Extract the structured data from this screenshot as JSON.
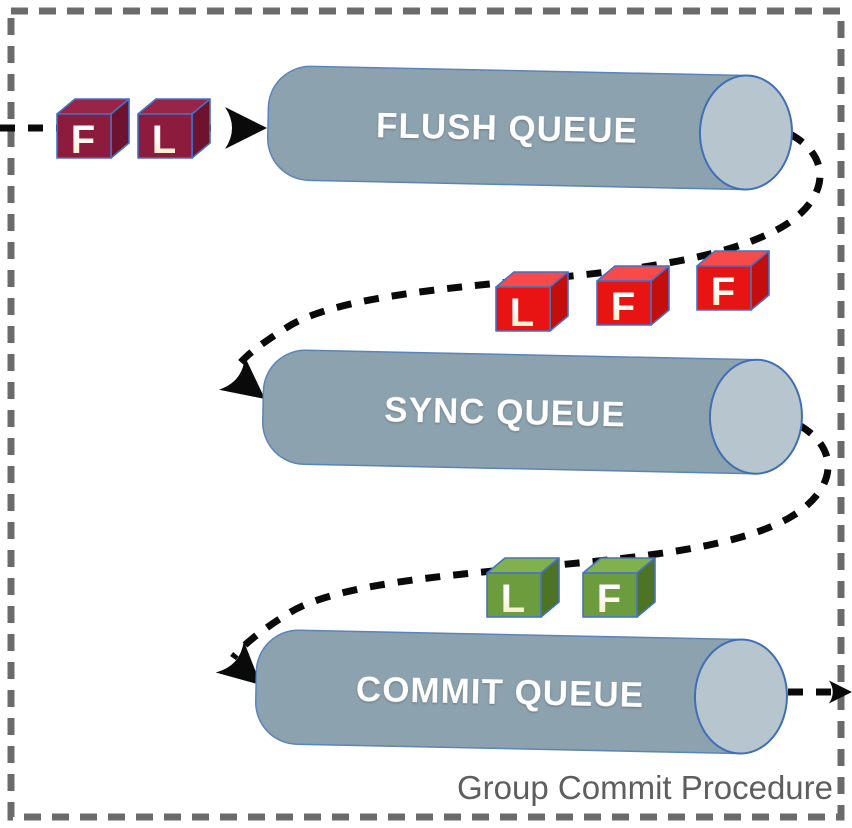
{
  "diagram": {
    "caption": "Group Commit Procedure",
    "queues": {
      "flush": {
        "label": "FLUSH QUEUE"
      },
      "sync": {
        "label": "SYNC QUEUE"
      },
      "commit": {
        "label": "COMMIT QUEUE"
      }
    },
    "cubes": {
      "incoming": [
        {
          "label": "F"
        },
        {
          "label": "L"
        }
      ],
      "after_flush": [
        {
          "label": "L"
        },
        {
          "label": "F"
        },
        {
          "label": "F"
        }
      ],
      "after_sync": [
        {
          "label": "L"
        },
        {
          "label": "F"
        }
      ]
    },
    "colors": {
      "maroon_front": "#8C1B3D",
      "maroon_top": "#9A2448",
      "maroon_side": "#6D132F",
      "red_front": "#E81414",
      "red_top": "#F94A4A",
      "red_side": "#C40E0E",
      "green_front": "#6C9C3E",
      "green_top": "#80B14D",
      "green_side": "#4D7425",
      "cylinder_body": "#8CA2AF",
      "cylinder_cap": "#B7C5CE",
      "border_gray": "#6B6B6B",
      "flow_black": "#0A0A0A",
      "caption_gray": "#5E5E5E"
    }
  }
}
